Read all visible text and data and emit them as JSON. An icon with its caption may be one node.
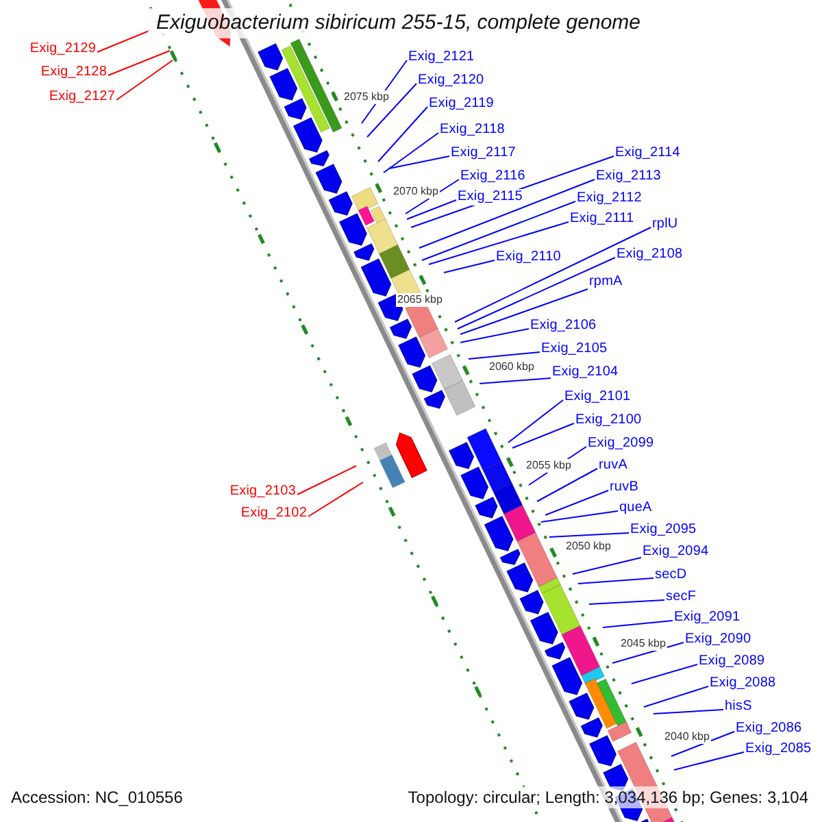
{
  "diagram": {
    "title": "Exiguobacterium sibiricum 255-15, complete genome",
    "nodes": [
      {
        "text": [
          "Exig_2129"
        ]
      },
      {
        "text": [
          "Exig_2121"
        ]
      },
      {
        "text": [
          "Exig_2128"
        ]
      },
      {
        "text": [
          "Exig_2120"
        ]
      },
      {
        "text": [
          "Exig_2127"
        ]
      },
      {
        "text": [
          "Exig_2119"
        ]
      },
      {
        "text": [
          "Exig_2118"
        ]
      },
      {
        "text": [
          "Exig_2117"
        ]
      },
      {
        "text": [
          "Exig_2114"
        ]
      },
      {
        "text": [
          "Exig_2116"
        ]
      },
      {
        "text": [
          "Exig_2113"
        ]
      },
      {
        "text": [
          "Exig_2115"
        ]
      },
      {
        "text": [
          "Exig_2112"
        ]
      },
      {
        "text": [
          "Exig_2111"
        ]
      },
      {
        "text": [
          "rplU"
        ]
      },
      {
        "text": [
          "Exig_2108"
        ]
      },
      {
        "text": [
          "Exig_2110"
        ]
      },
      {
        "text": [
          "rpmA"
        ]
      },
      {
        "text": [
          "Exig_2106"
        ]
      },
      {
        "text": [
          "Exig_2105"
        ]
      },
      {
        "text": [
          "Exig_2104"
        ]
      },
      {
        "text": [
          "Exig_2101"
        ]
      },
      {
        "text": [
          "Exig_2100"
        ]
      },
      {
        "text": [
          "Exig_2099"
        ]
      },
      {
        "text": [
          "ruvA"
        ]
      },
      {
        "text": [
          "Exig_2103"
        ]
      },
      {
        "text": [
          "ruvB"
        ]
      },
      {
        "text": [
          "queA"
        ]
      },
      {
        "text": [
          "Exig_2102"
        ]
      },
      {
        "text": [
          "Exig_2095"
        ]
      },
      {
        "text": [
          "Exig_2094"
        ]
      },
      {
        "text": [
          "secD"
        ]
      },
      {
        "text": [
          "secF"
        ]
      },
      {
        "text": [
          "Exig_2091"
        ]
      },
      {
        "text": [
          "Exig_2090"
        ]
      },
      {
        "text": [
          "Exig_2089"
        ]
      },
      {
        "text": [
          "Exig_2088"
        ]
      },
      {
        "text": [
          "hisS"
        ]
      },
      {
        "text": [
          "Exig_2086"
        ]
      },
      {
        "text": [
          "Exig_2085"
        ]
      }
    ],
    "edges": [
      {
        "from": 0,
        "to": null,
        "arrow": "none",
        "color": "#ff0000"
      },
      {
        "from": 1,
        "to": null,
        "arrow": "none"
      },
      {
        "from": 2,
        "to": null,
        "arrow": "none",
        "color": "#ff0000"
      },
      {
        "from": 3,
        "to": null,
        "arrow": "none"
      },
      {
        "from": 4,
        "to": null,
        "arrow": "none",
        "color": "#ff0000"
      },
      {
        "from": 5,
        "to": null,
        "arrow": "none"
      },
      {
        "from": 6,
        "to": null,
        "arrow": "none"
      },
      {
        "from": 7,
        "to": null,
        "arrow": "none"
      },
      {
        "from": 8,
        "to": null,
        "arrow": "none"
      },
      {
        "from": 9,
        "to": null,
        "arrow": "none"
      },
      {
        "from": 10,
        "to": null,
        "arrow": "none"
      },
      {
        "from": 11,
        "to": null,
        "arrow": "none"
      },
      {
        "from": 12,
        "to": null,
        "arrow": "none"
      },
      {
        "from": 13,
        "to": null,
        "arrow": "none"
      },
      {
        "from": 14,
        "to": null,
        "arrow": "none"
      },
      {
        "from": 15,
        "to": null,
        "arrow": "none"
      },
      {
        "from": 16,
        "to": null,
        "arrow": "none"
      },
      {
        "from": 17,
        "to": null,
        "arrow": "none"
      },
      {
        "from": 18,
        "to": null,
        "arrow": "none"
      },
      {
        "from": 19,
        "to": null,
        "arrow": "none"
      },
      {
        "from": 20,
        "to": null,
        "arrow": "none"
      },
      {
        "from": 21,
        "to": null,
        "arrow": "none"
      },
      {
        "from": 22,
        "to": null,
        "arrow": "none"
      },
      {
        "from": 23,
        "to": null,
        "arrow": "none"
      },
      {
        "from": 24,
        "to": null,
        "arrow": "none"
      },
      {
        "from": 25,
        "to": null,
        "arrow": "none",
        "color": "#ff0000"
      },
      {
        "from": 26,
        "to": null,
        "arrow": "none"
      },
      {
        "from": 27,
        "to": null,
        "arrow": "none"
      },
      {
        "from": 28,
        "to": null,
        "arrow": "none",
        "color": "#ff0000"
      },
      {
        "from": 29,
        "to": null,
        "arrow": "none"
      },
      {
        "from": 30,
        "to": null,
        "arrow": "none"
      },
      {
        "from": 31,
        "to": null,
        "arrow": "none"
      },
      {
        "from": 32,
        "to": null,
        "arrow": "none"
      },
      {
        "from": 33,
        "to": null,
        "arrow": "none"
      },
      {
        "from": 34,
        "to": null,
        "arrow": "none"
      },
      {
        "from": 35,
        "to": null,
        "arrow": "none"
      },
      {
        "from": 36,
        "to": null,
        "arrow": "none"
      },
      {
        "from": 37,
        "to": null,
        "arrow": "none"
      },
      {
        "from": 38,
        "to": null,
        "arrow": "none"
      },
      {
        "from": 39,
        "to": null,
        "arrow": "none"
      }
    ],
    "labels": [
      "2075 kbp",
      "2070 kbp",
      "2065 kbp",
      "2060 kbp",
      "2055 kbp",
      "2050 kbp",
      "2045 kbp",
      "2040 kbp",
      "Accession: NC_010556",
      "Topology: circular; Length: 3,034,136 bp; Genes: 3,104"
    ]
  }
}
